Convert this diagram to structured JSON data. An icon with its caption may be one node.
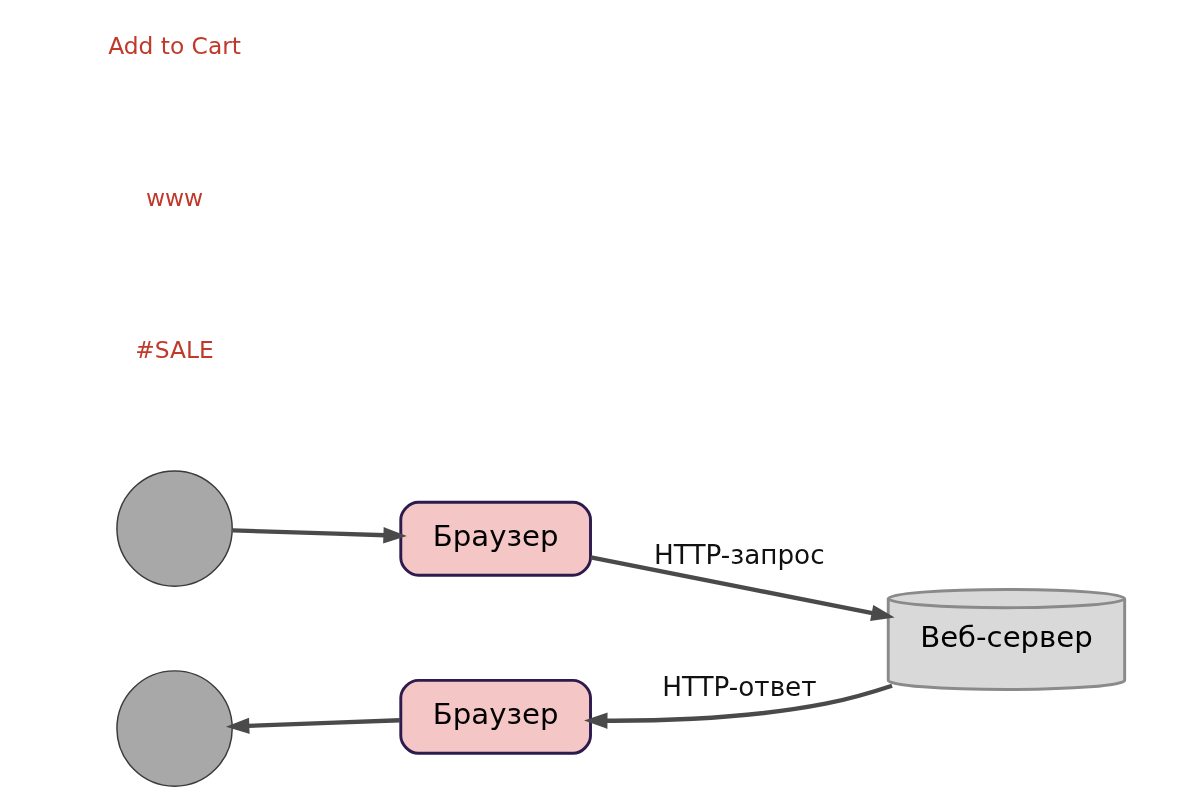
{
  "diagram": {
    "nodes": [
      {
        "text": [],
        "shape": "person"
      },
      {
        "text": [
          "Браузер"
        ]
      },
      {
        "text": [
          "Веб-сервер"
        ]
      },
      {
        "text": [
          "Браузер"
        ]
      },
      {
        "text": [],
        "shape": "person"
      }
    ],
    "edges": [
      {
        "from": 0,
        "to": 1,
        "arrow": "to"
      },
      {
        "from": 1,
        "to": 2,
        "arrow": "to",
        "label": "HTTP-запрос"
      },
      {
        "from": 2,
        "to": 3,
        "arrow": "to",
        "label": "HTTP-ответ"
      },
      {
        "from": 3,
        "to": 4,
        "arrow": "to"
      }
    ],
    "labels": [
      "#SALE",
      "www",
      "Add to Cart"
    ]
  }
}
